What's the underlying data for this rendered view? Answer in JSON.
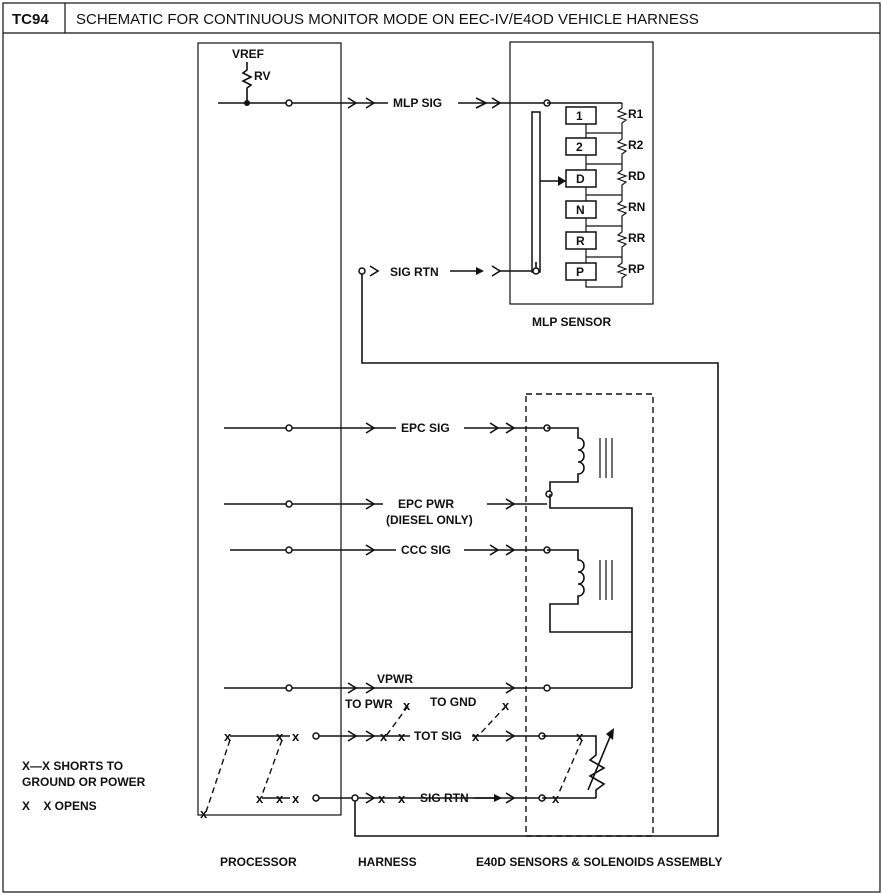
{
  "header": {
    "tag": "TC94",
    "title": "SCHEMATIC FOR CONTINUOUS MONITOR MODE ON EEC-IV/E4OD VEHICLE HARNESS"
  },
  "processor": {
    "vref": "VREF",
    "rv": "RV",
    "label": "PROCESSOR"
  },
  "harness": {
    "label": "HARNESS"
  },
  "mlp_sensor": {
    "label": "MLP SENSOR",
    "positions": [
      "1",
      "2",
      "D",
      "N",
      "R",
      "P"
    ],
    "resistors": [
      "R1",
      "R2",
      "RD",
      "RN",
      "RR",
      "RP"
    ]
  },
  "signals": {
    "mlp_sig": "MLP SIG",
    "sig_rtn_top": "SIG RTN",
    "epc_sig": "EPC SIG",
    "epc_pwr": "EPC PWR",
    "epc_note": "(DIESEL ONLY)",
    "ccc_sig": "CCC SIG",
    "vpwr": "VPWR",
    "to_pwr": "TO PWR",
    "to_gnd": "TO GND",
    "tot_sig": "TOT SIG",
    "sig_rtn_bottom": "SIG RTN"
  },
  "legend": {
    "shorts_line1": "X—X SHORTS TO",
    "shorts_line2": "GROUND OR POWER",
    "opens": "X    X OPENS"
  },
  "assembly": {
    "label": "E40D SENSORS & SOLENOIDS ASSEMBLY"
  }
}
